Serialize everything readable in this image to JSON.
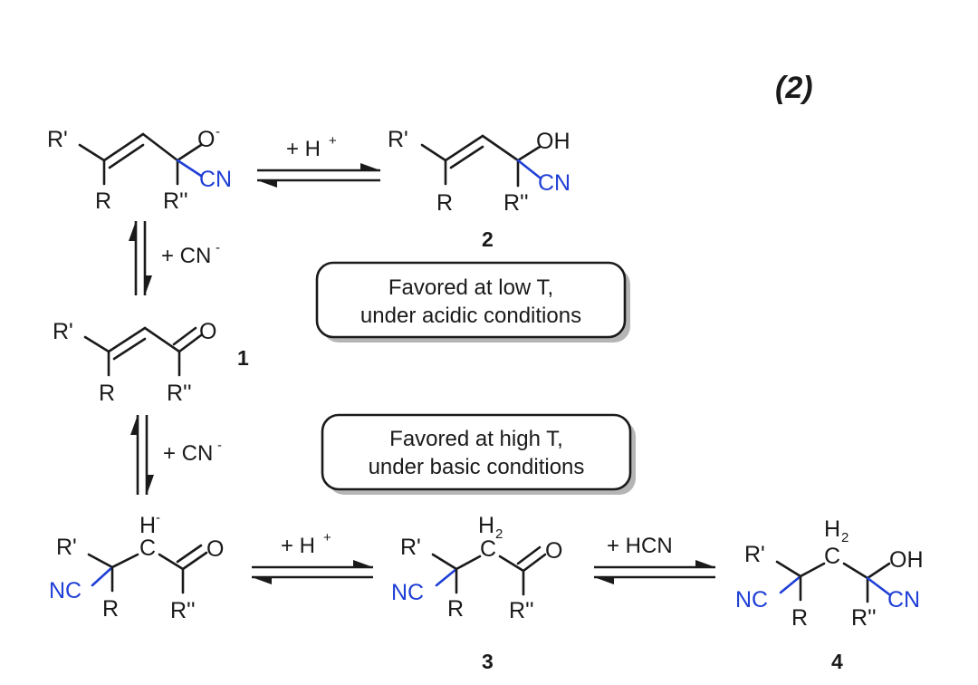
{
  "scheme": {
    "equation_number": "(2)",
    "compounds": {
      "c1": "1",
      "c2": "2",
      "c3": "3",
      "c4": "4"
    },
    "reagents": {
      "top_h_plus": "+ H",
      "top_h_plus_sup": "+",
      "cn_upper": "+ CN",
      "cn_upper_sup": "-",
      "cn_lower": "+ CN",
      "cn_lower_sup": "-",
      "bottom_h_plus": "+ H",
      "bottom_h_plus_sup": "+",
      "hcn": "+ HCN"
    },
    "conditions": {
      "acidic_line1": "Favored at low T,",
      "acidic_line2": "under acidic conditions",
      "basic_line1": "Favored at high T,",
      "basic_line2": "under basic conditions"
    },
    "atoms": {
      "r_prime": "R'",
      "r": "R",
      "r_double_prime": "R''",
      "o": "O",
      "o_minus_sup": "-",
      "oh": "OH",
      "cn": "CN",
      "nc": "NC",
      "c": "C",
      "h": "H",
      "h_minus_sup": "-",
      "h2_base": "H",
      "h2_sub": "2"
    },
    "colors": {
      "cyanide_blue": "#1f3fd6",
      "ink": "#1a1a1a"
    }
  }
}
